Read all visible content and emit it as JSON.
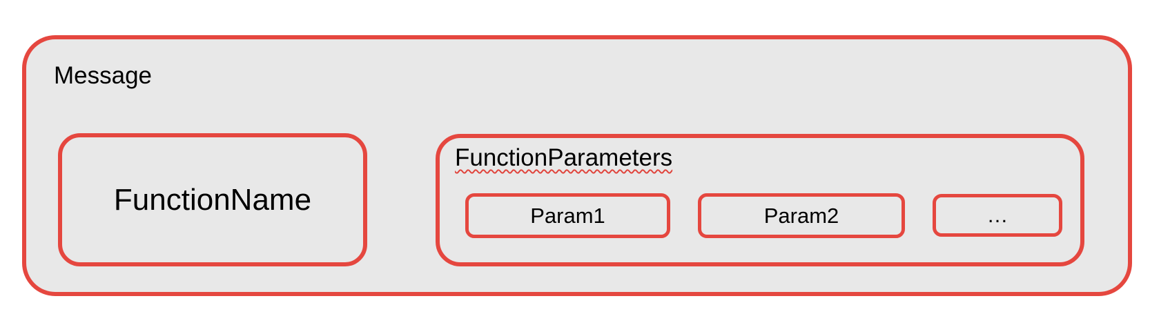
{
  "colors": {
    "border_red": "#e5473f",
    "box_fill_gray": "#e8e8e8",
    "squiggle_red": "#e0443c",
    "text_black": "#000000",
    "page_background": "#ffffff"
  },
  "diagram": {
    "message": {
      "label": "Message"
    },
    "function_name": {
      "label": "FunctionName"
    },
    "function_parameters": {
      "label": "FunctionParameters",
      "params": [
        {
          "label": "Param1"
        },
        {
          "label": "Param2"
        },
        {
          "label": "…"
        }
      ]
    }
  }
}
